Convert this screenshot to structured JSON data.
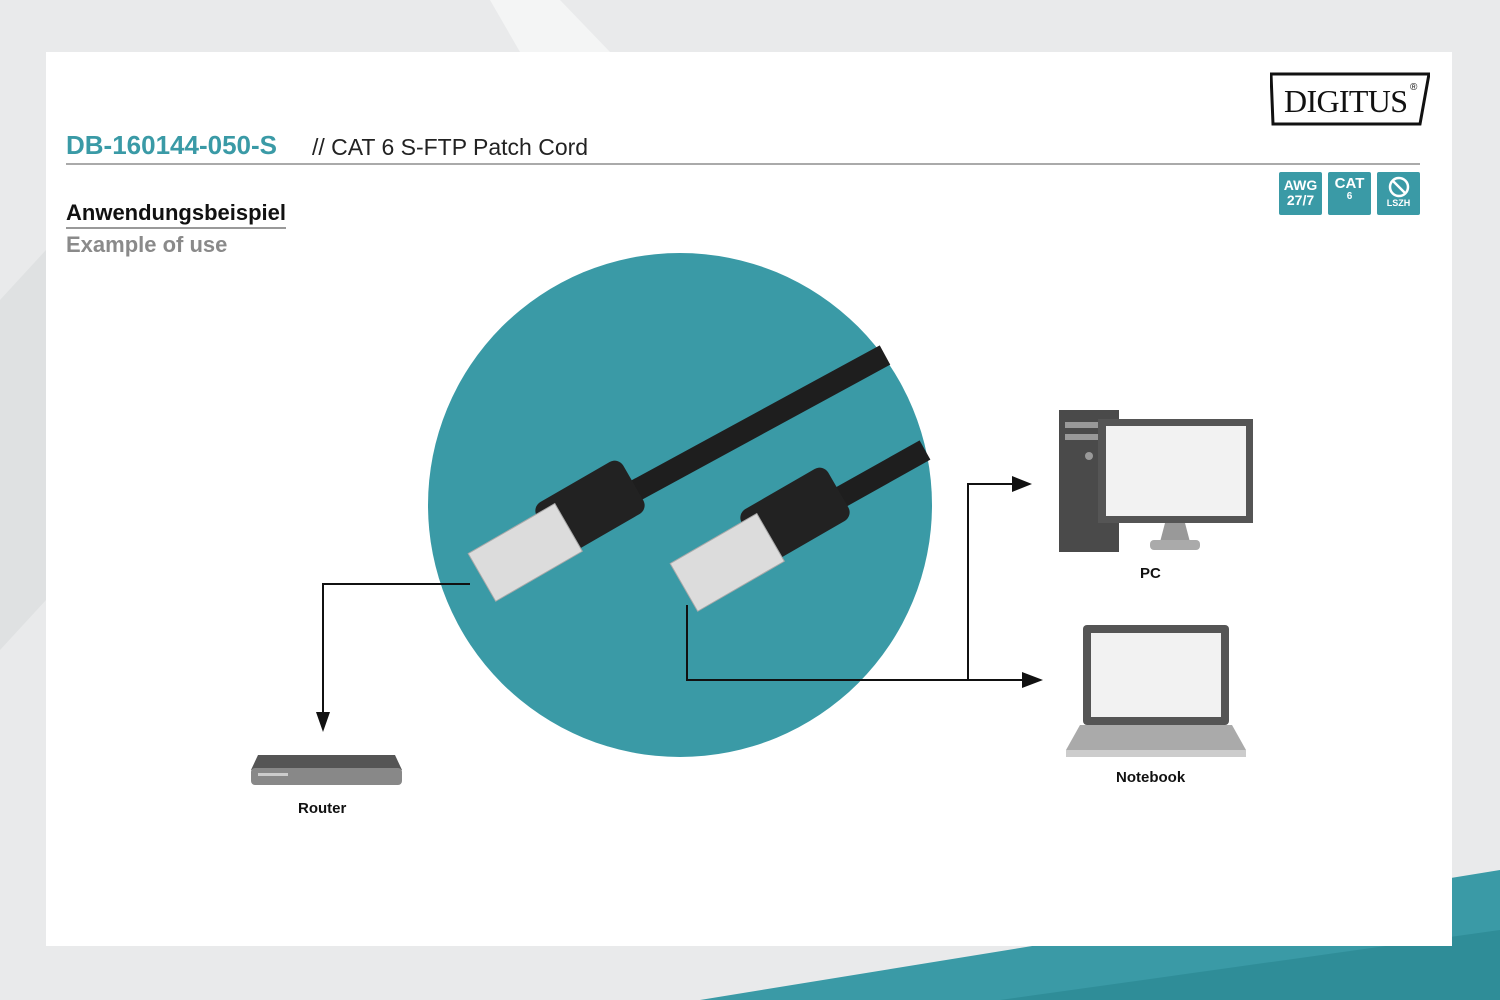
{
  "header": {
    "product_code": "DB-160144-050-S",
    "product_name": "// CAT 6 S-FTP Patch Cord",
    "brand": "DIGITUS",
    "registered": "®"
  },
  "badges": [
    {
      "top": "AWG",
      "bottom": "27/7"
    },
    {
      "top": "CAT",
      "bottom": "6"
    },
    {
      "top": "",
      "bottom": "LSZH"
    }
  ],
  "section": {
    "title_de": "Anwendungsbeispiel",
    "title_en": "Example of use"
  },
  "devices": {
    "router": "Router",
    "pc": "PC",
    "notebook": "Notebook"
  },
  "colors": {
    "accent": "#3a9aa6",
    "circle": "#3a9aa6"
  }
}
